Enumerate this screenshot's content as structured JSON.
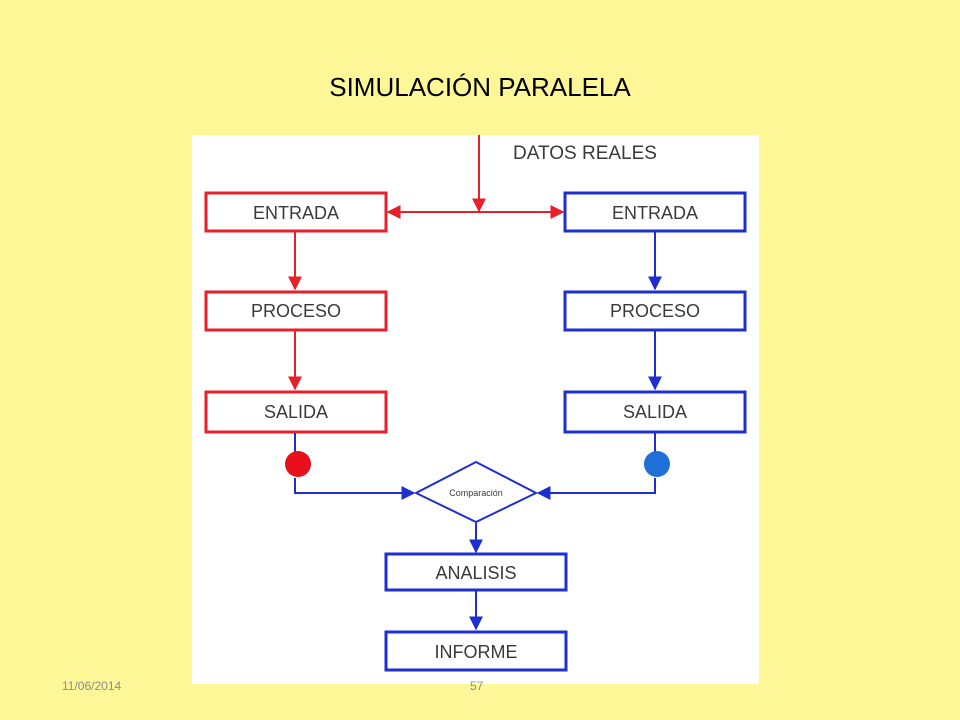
{
  "slide": {
    "title": "SIMULACIÓN PARALELA",
    "date": "11/06/2014",
    "page_number": "57"
  },
  "diagram": {
    "source_label": "DATOS REALES",
    "left_column": [
      "ENTRADA",
      "PROCESO",
      "SALIDA"
    ],
    "right_column": [
      "ENTRADA",
      "PROCESO",
      "SALIDA"
    ],
    "comparison_label": "Comparación",
    "analysis_label": "ANALISIS",
    "report_label": "INFORME",
    "colors": {
      "background": "#FDF797",
      "left_flow": "#E8202A",
      "right_flow": "#1E2FD0",
      "left_dot": "#E8101C",
      "right_dot": "#1E6FD8"
    }
  }
}
